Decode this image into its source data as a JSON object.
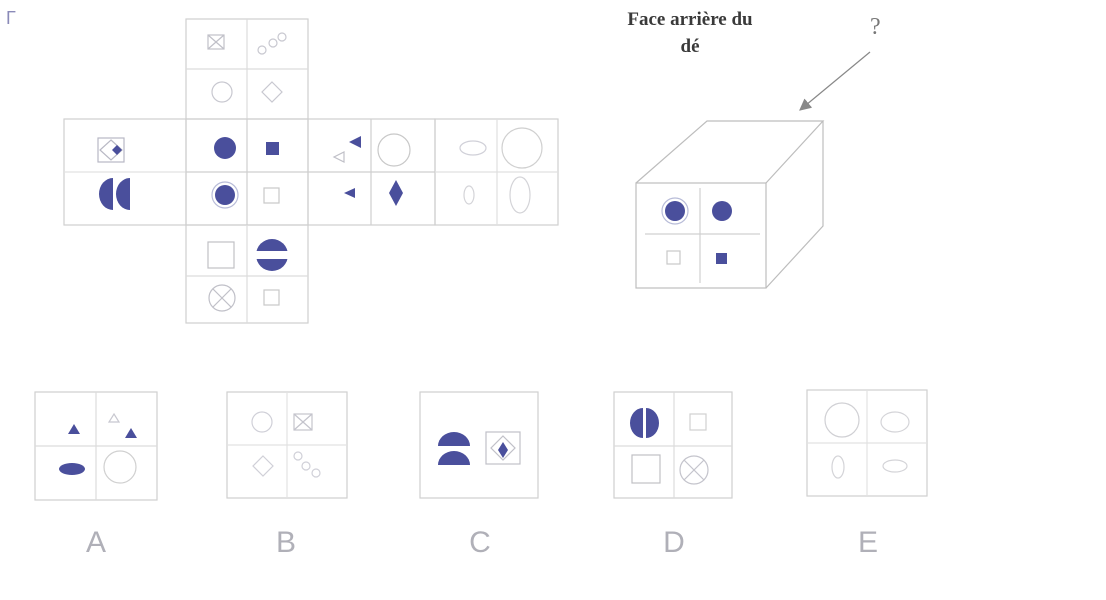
{
  "corner_mark": "Г",
  "title": {
    "line1": "Face arrière du",
    "line2": "dé"
  },
  "question_mark": "?",
  "options": [
    {
      "label": "A"
    },
    {
      "label": "B"
    },
    {
      "label": "C"
    },
    {
      "label": "D"
    },
    {
      "label": "E"
    }
  ],
  "colors": {
    "blue": "#4a4f9c",
    "faint": "#c4c8d6",
    "line": "#c8c8c8"
  }
}
